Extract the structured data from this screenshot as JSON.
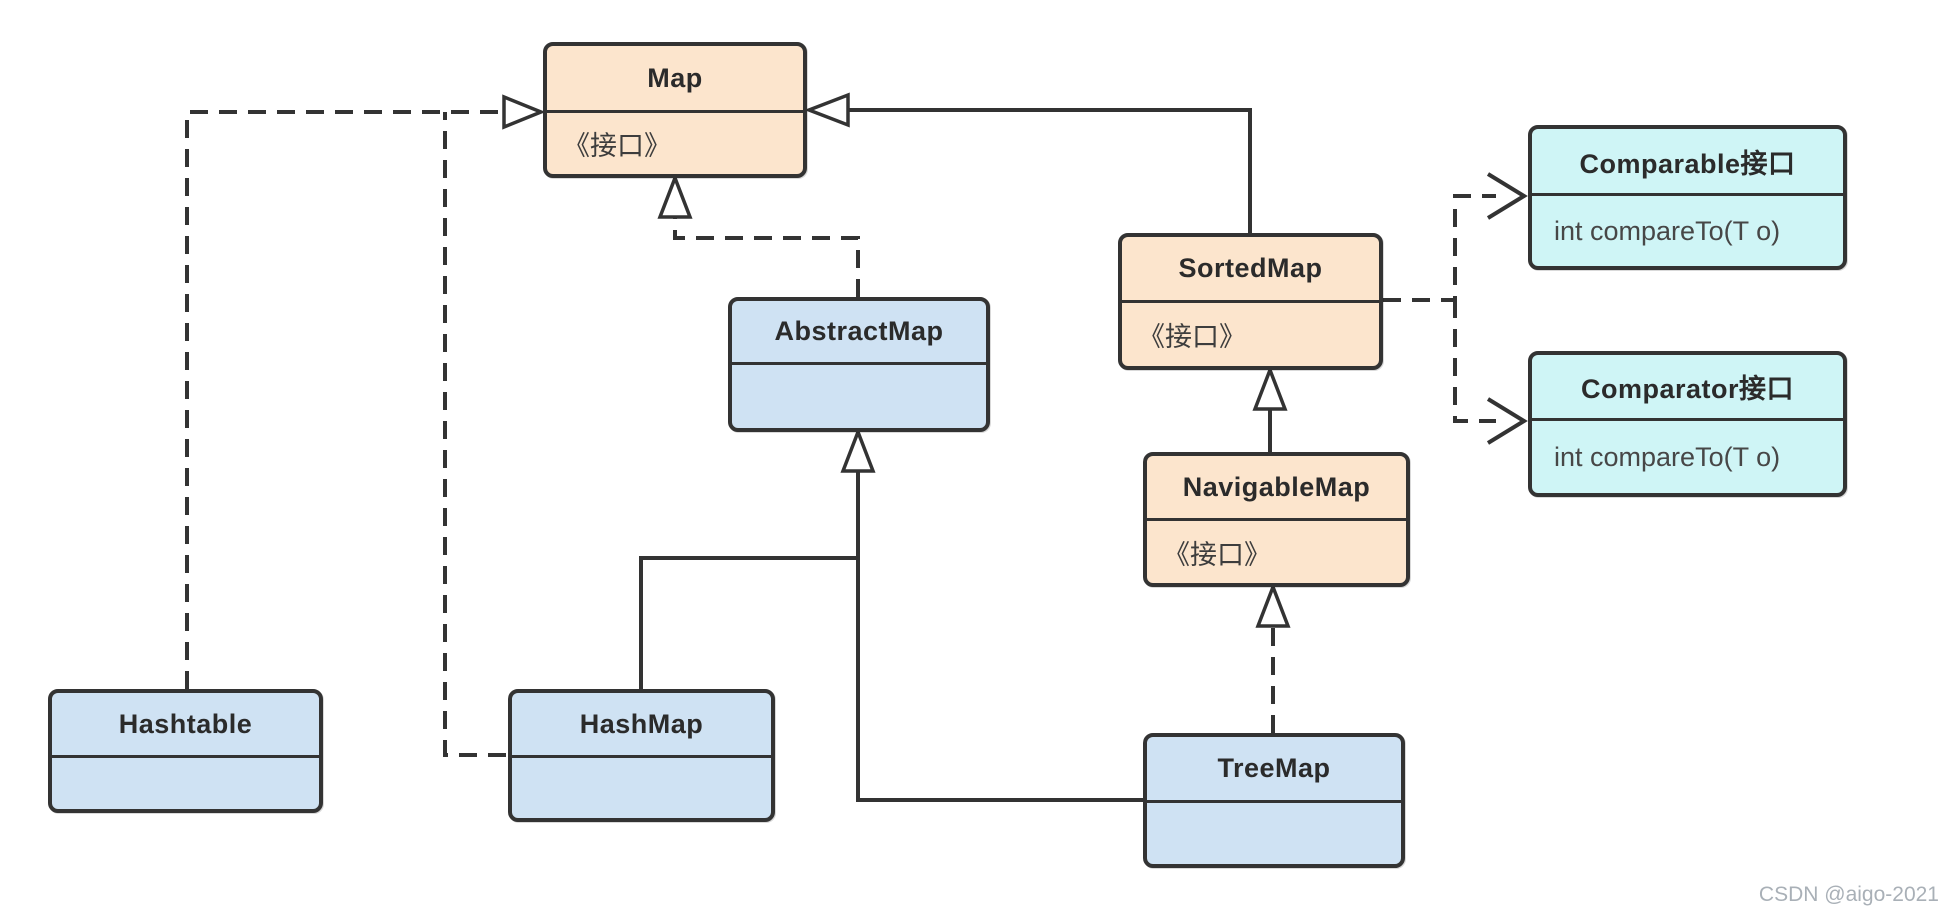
{
  "diagram": {
    "nodes": {
      "map": {
        "title": "Map",
        "body": "《接口》"
      },
      "sorted_map": {
        "title": "SortedMap",
        "body": "《接口》"
      },
      "navigable_map": {
        "title": "NavigableMap",
        "body": "《接口》"
      },
      "abstract_map": {
        "title": "AbstractMap",
        "body": ""
      },
      "hashtable": {
        "title": "Hashtable",
        "body": ""
      },
      "hash_map": {
        "title": "HashMap",
        "body": ""
      },
      "tree_map": {
        "title": "TreeMap",
        "body": ""
      },
      "comparable": {
        "title": "Comparable接口",
        "body": "int compareTo(T o)"
      },
      "comparator": {
        "title": "Comparator接口",
        "body": "int compareTo(T o)"
      }
    },
    "edges": [
      {
        "from": "Hashtable",
        "to": "Map",
        "relation": "realization",
        "line": "dashed",
        "arrow": "hollow-triangle"
      },
      {
        "from": "HashMap",
        "to": "Map",
        "relation": "realization",
        "line": "dashed",
        "arrow": "hollow-triangle"
      },
      {
        "from": "AbstractMap",
        "to": "Map",
        "relation": "realization",
        "line": "dashed",
        "arrow": "hollow-triangle"
      },
      {
        "from": "SortedMap",
        "to": "Map",
        "relation": "generalization",
        "line": "solid",
        "arrow": "hollow-triangle"
      },
      {
        "from": "HashMap",
        "to": "AbstractMap",
        "relation": "generalization",
        "line": "solid",
        "arrow": "hollow-triangle"
      },
      {
        "from": "TreeMap",
        "to": "AbstractMap",
        "relation": "generalization",
        "line": "solid",
        "arrow": "hollow-triangle"
      },
      {
        "from": "NavigableMap",
        "to": "SortedMap",
        "relation": "generalization",
        "line": "solid",
        "arrow": "hollow-triangle"
      },
      {
        "from": "TreeMap",
        "to": "NavigableMap",
        "relation": "realization",
        "line": "dashed",
        "arrow": "hollow-triangle"
      },
      {
        "from": "SortedMap",
        "to": "Comparable接口",
        "relation": "dependency",
        "line": "dashed",
        "arrow": "open"
      },
      {
        "from": "SortedMap",
        "to": "Comparator接口",
        "relation": "dependency",
        "line": "dashed",
        "arrow": "open"
      }
    ],
    "colors": {
      "interface_fill": "#FCE5CD",
      "class_fill": "#CFE2F3",
      "external_interface_fill": "#CFF5F6",
      "border": "#333333",
      "background": "#FFFFFF"
    }
  },
  "watermark": {
    "text": "CSDN @aigo-2021"
  }
}
